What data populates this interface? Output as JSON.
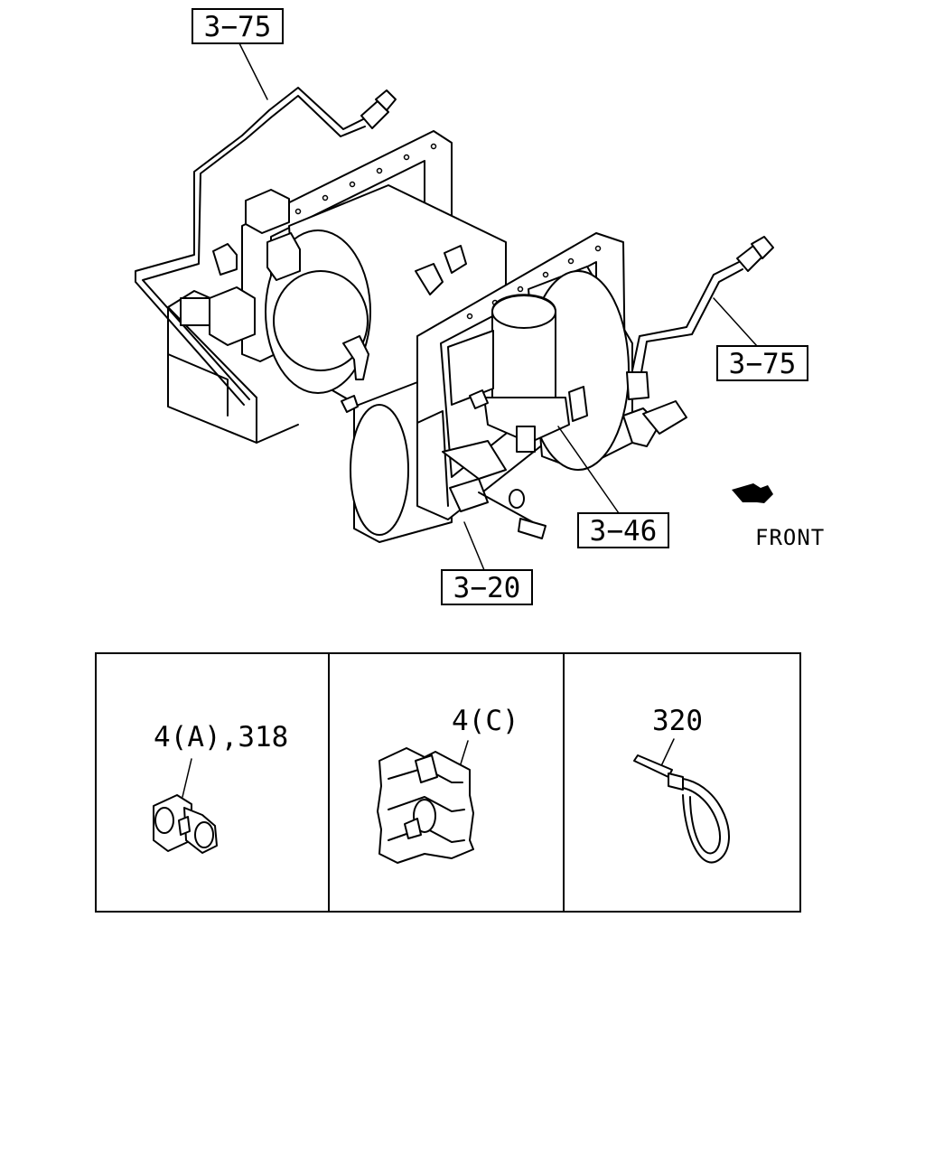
{
  "callouts": {
    "ref_top": "3−75",
    "ref_right": "3−75",
    "ref_filter": "3−46",
    "ref_bottom": "3−20"
  },
  "orientation": {
    "front_label": "FRONT",
    "arrow_icon": "front-arrow-icon"
  },
  "parts_panels": [
    {
      "label": "4(A),318",
      "icon": "pipe-clip-icon"
    },
    {
      "label": "4(C)",
      "icon": "multi-clip-icon"
    },
    {
      "label": "320",
      "icon": "cable-tie-icon"
    }
  ]
}
